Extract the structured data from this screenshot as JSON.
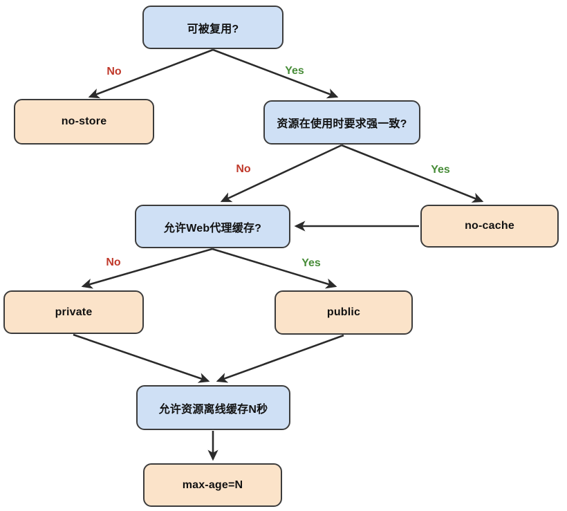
{
  "nodes": {
    "reusable": {
      "label": "可被复用?"
    },
    "no_store": {
      "label": "no-store"
    },
    "strong_consistency": {
      "label": "资源在使用时要求强一致?"
    },
    "web_proxy": {
      "label": "允许Web代理缓存?"
    },
    "no_cache": {
      "label": "no-cache"
    },
    "private": {
      "label": "private"
    },
    "public": {
      "label": "public"
    },
    "offline_cache": {
      "label": "允许资源离线缓存N秒"
    },
    "max_age": {
      "label": "max-age=N"
    }
  },
  "edge_labels": {
    "level1_no": "No",
    "level1_yes": "Yes",
    "level2_no": "No",
    "level2_yes": "Yes",
    "level3_no": "No",
    "level3_yes": "Yes"
  },
  "colors": {
    "background": "#ffffff",
    "decision_fill": "#cfe0f5",
    "result_fill": "#fbe3c9",
    "node_border": "#3b3b3b",
    "arrow": "#2b2b2b",
    "no_color": "#c0392b",
    "yes_color": "#478c38"
  }
}
